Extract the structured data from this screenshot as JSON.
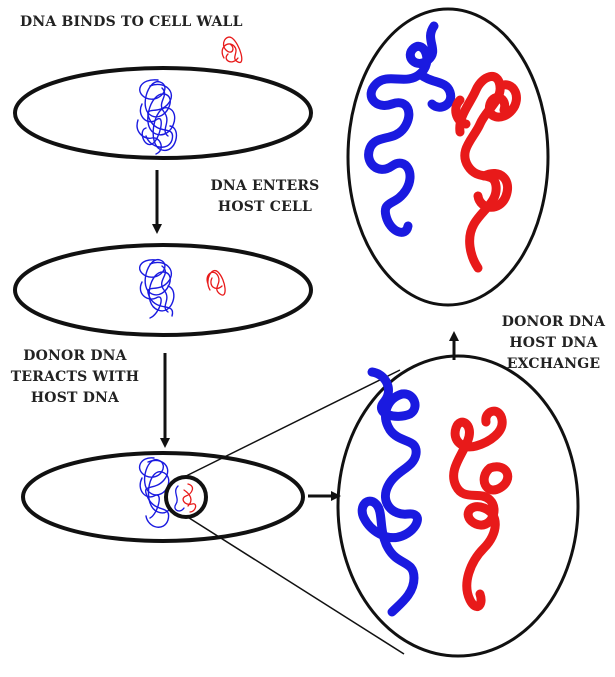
{
  "labels": {
    "step1": "DNA BINDS TO CELL WALL",
    "step2_line1": "DNA ENTERS",
    "step2_line2": "HOST CELL",
    "step3_line1": "DONOR DNA",
    "step3_line2": "TERACTS WITH",
    "step3_line3": "HOST DNA",
    "step4_line1": "DONOR DNA",
    "step4_line2": "HOST DNA",
    "step4_line3": "EXCHANGE"
  },
  "colors": {
    "host_dna": "#1a1ae0",
    "donor_dna": "#e81a1a",
    "outline": "#111111",
    "background": "#ffffff"
  }
}
